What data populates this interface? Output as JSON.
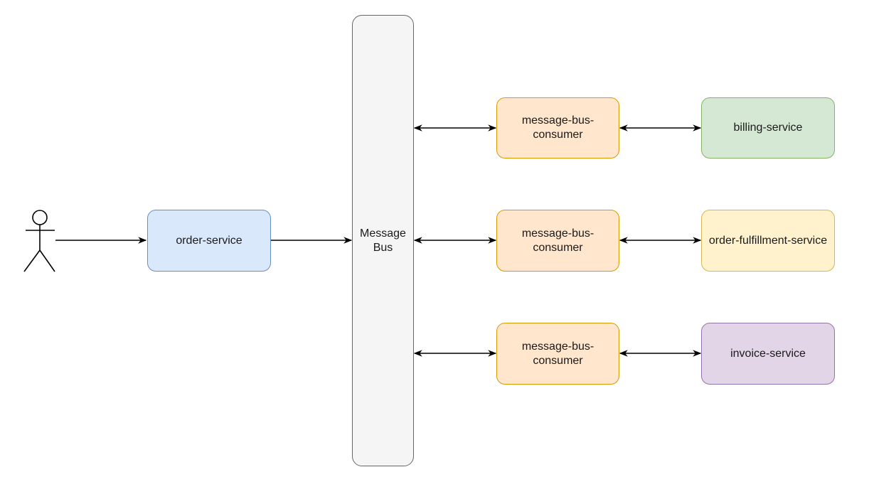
{
  "actor": {
    "icon": "stick-figure-icon"
  },
  "order_service": {
    "label": "order-service"
  },
  "message_bus": {
    "label": "Message\nBus"
  },
  "consumers": [
    {
      "label": "message-bus-\nconsumer"
    },
    {
      "label": "message-bus-\nconsumer"
    },
    {
      "label": "message-bus-\nconsumer"
    }
  ],
  "services": [
    {
      "label": "billing-service"
    },
    {
      "label": "order-fulfillment-service"
    },
    {
      "label": "invoice-service"
    }
  ],
  "colors": {
    "order_service_fill": "#dae8fc",
    "consumer_fill": "#ffe6cc",
    "billing_fill": "#d5e8d4",
    "fulfillment_fill": "#fff2cc",
    "invoice_fill": "#e1d5e7",
    "bus_fill": "#f5f5f5",
    "edge": "#000000"
  }
}
